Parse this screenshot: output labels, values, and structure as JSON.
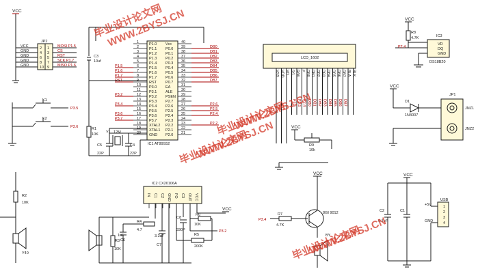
{
  "watermarks": [
    "毕业设计论文网",
    "WWW.2BYSJ.CN",
    "毕业设计论文网",
    "WWW.2BYSJ.CN",
    "毕业设计论文网",
    "WWW.2BYSJ.CN",
    "毕业设计论文网",
    "WWW.2BYSJ.CN"
  ],
  "vcc": "VCC",
  "jp2": {
    "name": "JP2",
    "pins_left": [
      "2",
      "4",
      "6",
      "8",
      "10"
    ],
    "pins_right": [
      "1",
      "3",
      "5",
      "7",
      "9"
    ],
    "left_nets": [
      "VCC",
      "GND",
      "GND",
      "GND",
      "GND"
    ],
    "right_nets": [
      "MOSI P1.5",
      "CS",
      "RST",
      "SCK P1.7",
      "MISO P1.6"
    ]
  },
  "mcu": {
    "ref": "IC1 AT89S52",
    "left_pins": [
      "P1.0",
      "P1.1",
      "P1.2",
      "P1.3",
      "P1.4",
      "P1.5",
      "P1.6",
      "P1.7",
      "RST",
      "P3.0",
      "P3.1",
      "P3.2",
      "P3.3",
      "P3.4",
      "P3.5",
      "P3.6",
      "P3.7",
      "XTAL2",
      "XTAL1",
      "GND"
    ],
    "left_nums": [
      "1",
      "2",
      "3",
      "4",
      "5",
      "6",
      "7",
      "8",
      "9",
      "10",
      "11",
      "12",
      "13",
      "14",
      "15",
      "16",
      "17",
      "18",
      "19",
      "20"
    ],
    "right_pins": [
      "Vcc",
      "P0.0",
      "P0.1",
      "P0.2",
      "P0.3",
      "P0.4",
      "P0.5",
      "P0.6",
      "P0.7",
      "EA",
      "ALE",
      "PSEN",
      "P2.7",
      "P2.6",
      "P2.5",
      "P2.4",
      "P2.3",
      "P2.2",
      "P2.1",
      "P2.0"
    ],
    "right_nums": [
      "40",
      "39",
      "38",
      "37",
      "36",
      "35",
      "34",
      "33",
      "32",
      "31",
      "30",
      "29",
      "28",
      "27",
      "26",
      "25",
      "24",
      "23",
      "22",
      "21"
    ],
    "left_nets": [
      "",
      "",
      "",
      "",
      "",
      "P1.5",
      "P1.6",
      "P1.7",
      "RST",
      "",
      "",
      "P3.2",
      "",
      "P3.4",
      "",
      "P3.6",
      "P3.7",
      "",
      "",
      ""
    ],
    "right_nets": [
      "",
      "DB0",
      "DB1",
      "DB2",
      "DB3",
      "DB4",
      "DB5",
      "DB6",
      "DB7",
      "",
      "",
      "",
      "",
      "P2.6",
      "P2.5",
      "P2.4",
      "",
      "P2.2",
      "",
      ""
    ]
  },
  "c3": {
    "ref": "C3",
    "value": "10uf"
  },
  "k1": {
    "ref": "K1",
    "net": "P3.5"
  },
  "k2": {
    "ref": "K2",
    "net": "P3.6"
  },
  "r1": {
    "ref": "R1",
    "value": "10K"
  },
  "y1": {
    "ref": "Y1",
    "value": "12M"
  },
  "c5": {
    "ref": "C5",
    "value": "22P"
  },
  "c4": {
    "ref": "C4",
    "value": "22P"
  },
  "lcd": {
    "name": "LCD_1602",
    "pins": [
      "VSS",
      "VDD",
      "VO",
      "RS",
      "R/W",
      "E",
      "DB0",
      "DB1",
      "DB2",
      "DB3",
      "DB4",
      "DB5",
      "DB6",
      "DB7",
      "BLA",
      "BLK"
    ],
    "nets": [
      "",
      "",
      "",
      "P2.6",
      "P2.5",
      "P2.4",
      "DB0",
      "DB1",
      "DB2",
      "DB3",
      "DB4",
      "DB5",
      "DB6",
      "DB7",
      "",
      ""
    ]
  },
  "r9": {
    "ref": "R9",
    "value": "10k"
  },
  "ic3": {
    "ref": "IC3",
    "name": "DS18B20",
    "pins": [
      "VD",
      "DQ",
      "GND"
    ],
    "net": "P2.4"
  },
  "r8": {
    "ref": "R8",
    "value": "4.7K"
  },
  "jp1": {
    "ref": "JP1",
    "j1": "JNZ1",
    "j2": "JNZ2"
  },
  "d1": {
    "ref": "D1",
    "value": "1N4007"
  },
  "r2": {
    "ref": "R2",
    "value": "10K"
  },
  "speaker1": {
    "ref": "Y40"
  },
  "ic2": {
    "ref": "IC2  CX20106A",
    "pins": [
      "IN",
      "C1",
      "C2",
      "GND",
      "FO",
      "C3",
      "OUT",
      "VCC"
    ]
  },
  "r4": {
    "ref": "R4",
    "value": "4.7"
  },
  "c7": {
    "ref": "C7",
    "value": "3.3uF"
  },
  "c8": {
    "ref": "C8",
    "value": "330P"
  },
  "r6": {
    "ref": "R6",
    "value": "10K"
  },
  "r5": {
    "ref": "R5",
    "value": "200K"
  },
  "r3": {
    "ref": "R3",
    "value": "10K"
  },
  "c6": {
    "ref": "C6",
    "value": "1uF"
  },
  "ic2_out_net": "P3.2",
  "r7": {
    "ref": "R7",
    "value": "4.7K",
    "net": "P3.4"
  },
  "q1": {
    "name": "8GI 9012"
  },
  "by": {
    "ref": "BY"
  },
  "usb": {
    "ref": "USB",
    "pins": [
      "1",
      "2",
      "3",
      "4"
    ],
    "labels": [
      "+5V",
      "",
      "",
      "GND"
    ]
  },
  "c2": {
    "ref": "C2",
    "value": "0.1uF"
  },
  "c1": {
    "ref": "C1"
  }
}
